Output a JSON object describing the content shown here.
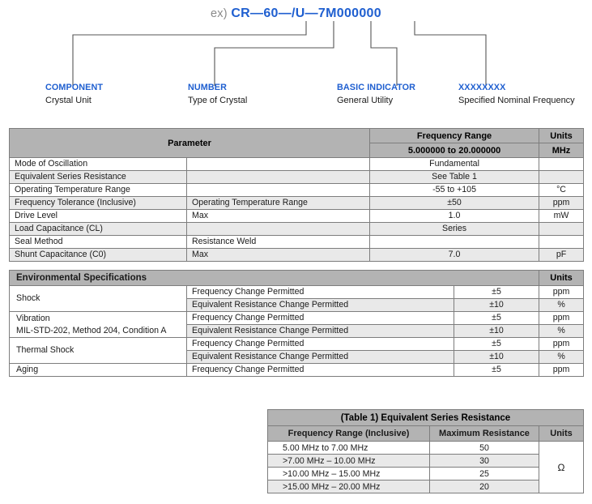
{
  "part_number": {
    "prefix": "ex)",
    "code": "CR—60—/U—7M000000",
    "callouts": [
      {
        "title": "COMPONENT",
        "sub": "Crystal Unit"
      },
      {
        "title": "NUMBER",
        "sub": "Type of Crystal"
      },
      {
        "title": "BASIC INDICATOR",
        "sub": "General Utility"
      },
      {
        "title": "XXXXXXXX",
        "sub": "Specified Nominal Frequency"
      }
    ],
    "colors": {
      "code": "#1f5fd0",
      "prefix": "#8a8a8a",
      "dot": "#c8911a",
      "line": "#555555"
    }
  },
  "spec_table": {
    "header": {
      "parameter": "Parameter",
      "frequency_range": "Frequency Range",
      "frequency_range_value": "5.000000 to 20.000000",
      "units": "Units",
      "units_value": "MHz"
    },
    "rows": [
      {
        "param": "Mode of Oscillation",
        "cond": "",
        "value": "Fundamental",
        "unit": ""
      },
      {
        "param": "Equivalent Series Resistance",
        "cond": "",
        "value": "See Table 1",
        "unit": ""
      },
      {
        "param": "Operating Temperature Range",
        "cond": "",
        "value": "-55 to +105",
        "unit": "°C"
      },
      {
        "param": "Frequency Tolerance (Inclusive)",
        "cond": "Operating Temperature Range",
        "value": "±50",
        "unit": "ppm"
      },
      {
        "param": "Drive Level",
        "cond": "Max",
        "value": "1.0",
        "unit": "mW"
      },
      {
        "param": "Load Capacitance (CL)",
        "cond": "",
        "value": "Series",
        "unit": ""
      },
      {
        "param": "Seal Method",
        "cond": "Resistance Weld",
        "value": "",
        "unit": ""
      },
      {
        "param": "Shunt Capacitance (C0)",
        "cond": "Max",
        "value": "7.0",
        "unit": "pF"
      }
    ]
  },
  "env_table": {
    "header": {
      "title": "Environmental Specifications",
      "units": "Units"
    },
    "groups": [
      {
        "name": "Shock",
        "note": "",
        "rows": [
          {
            "test": "Frequency Change Permitted",
            "value": "±5",
            "unit": "ppm"
          },
          {
            "test": "Equivalent Resistance Change Permitted",
            "value": "±10",
            "unit": "%"
          }
        ]
      },
      {
        "name": "Vibration",
        "note": "MIL-STD-202, Method 204, Condition A",
        "rows": [
          {
            "test": "Frequency Change Permitted",
            "value": "±5",
            "unit": "ppm"
          },
          {
            "test": "Equivalent Resistance Change Permitted",
            "value": "±10",
            "unit": "%"
          }
        ]
      },
      {
        "name": "Thermal Shock",
        "note": "",
        "rows": [
          {
            "test": "Frequency Change Permitted",
            "value": "±5",
            "unit": "ppm"
          },
          {
            "test": "Equivalent Resistance Change Permitted",
            "value": "±10",
            "unit": "%"
          }
        ]
      },
      {
        "name": "Aging",
        "note": "",
        "rows": [
          {
            "test": "Frequency Change Permitted",
            "value": "±5",
            "unit": "ppm"
          }
        ]
      }
    ]
  },
  "table1": {
    "title": "(Table 1) Equivalent Series Resistance",
    "columns": [
      "Frequency Range (Inclusive)",
      "Maximum Resistance",
      "Units"
    ],
    "unit_symbol": "Ω",
    "rows": [
      {
        "range": "5.00 MHz to 7.00 MHz",
        "resistance": "50"
      },
      {
        "range": ">7.00 MHz – 10.00 MHz",
        "resistance": "30"
      },
      {
        "range": ">10.00 MHz – 15.00 MHz",
        "resistance": "25"
      },
      {
        "range": ">15.00 MHz – 20.00 MHz",
        "resistance": "20"
      }
    ]
  }
}
